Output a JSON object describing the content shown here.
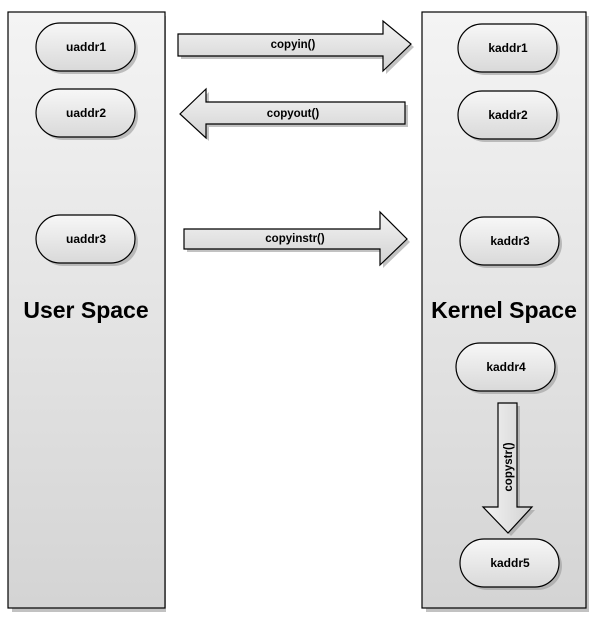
{
  "spaces": {
    "user": {
      "title": "User Space"
    },
    "kernel": {
      "title": "Kernel Space"
    }
  },
  "user_nodes": [
    "uaddr1",
    "uaddr2",
    "uaddr3"
  ],
  "kernel_nodes": [
    "kaddr1",
    "kaddr2",
    "kaddr3",
    "kaddr4",
    "kaddr5"
  ],
  "arrows": {
    "copyin": "copyin()",
    "copyout": "copyout()",
    "copyinstr": "copyinstr()",
    "copystr": "copystr()"
  },
  "colors": {
    "panel_top": "#f2f2f2",
    "panel_bottom": "#d6d6d6",
    "stroke": "#000000",
    "shadow": "#9a9a9a"
  }
}
